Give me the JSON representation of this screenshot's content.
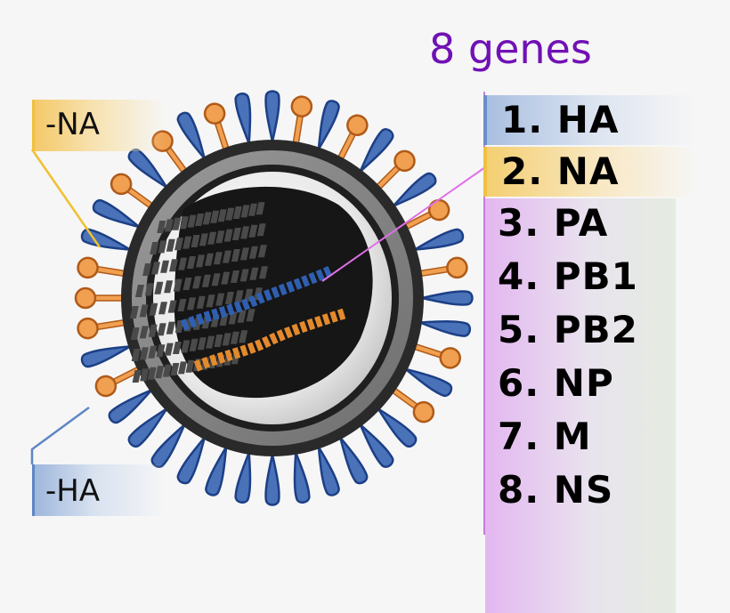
{
  "title": "8 genes",
  "callouts": {
    "na": "-NA",
    "ha": "-HA"
  },
  "genes": [
    {
      "label": "1. HA"
    },
    {
      "label": "2. NA"
    },
    {
      "label": "3. PA"
    },
    {
      "label": "4. PB1"
    },
    {
      "label": "5. PB2"
    },
    {
      "label": "6. NP"
    },
    {
      "label": "7. M"
    },
    {
      "label": "8. NS"
    }
  ],
  "colors": {
    "title": "#7011b5",
    "ha": "#4a72b8",
    "ha_dark": "#1c3f86",
    "na": "#f0a050",
    "na_dark": "#b05a18",
    "envelope": "#8b8b8b",
    "envelope_dark": "#2e2e2e",
    "genome_line": "#e070e8"
  }
}
